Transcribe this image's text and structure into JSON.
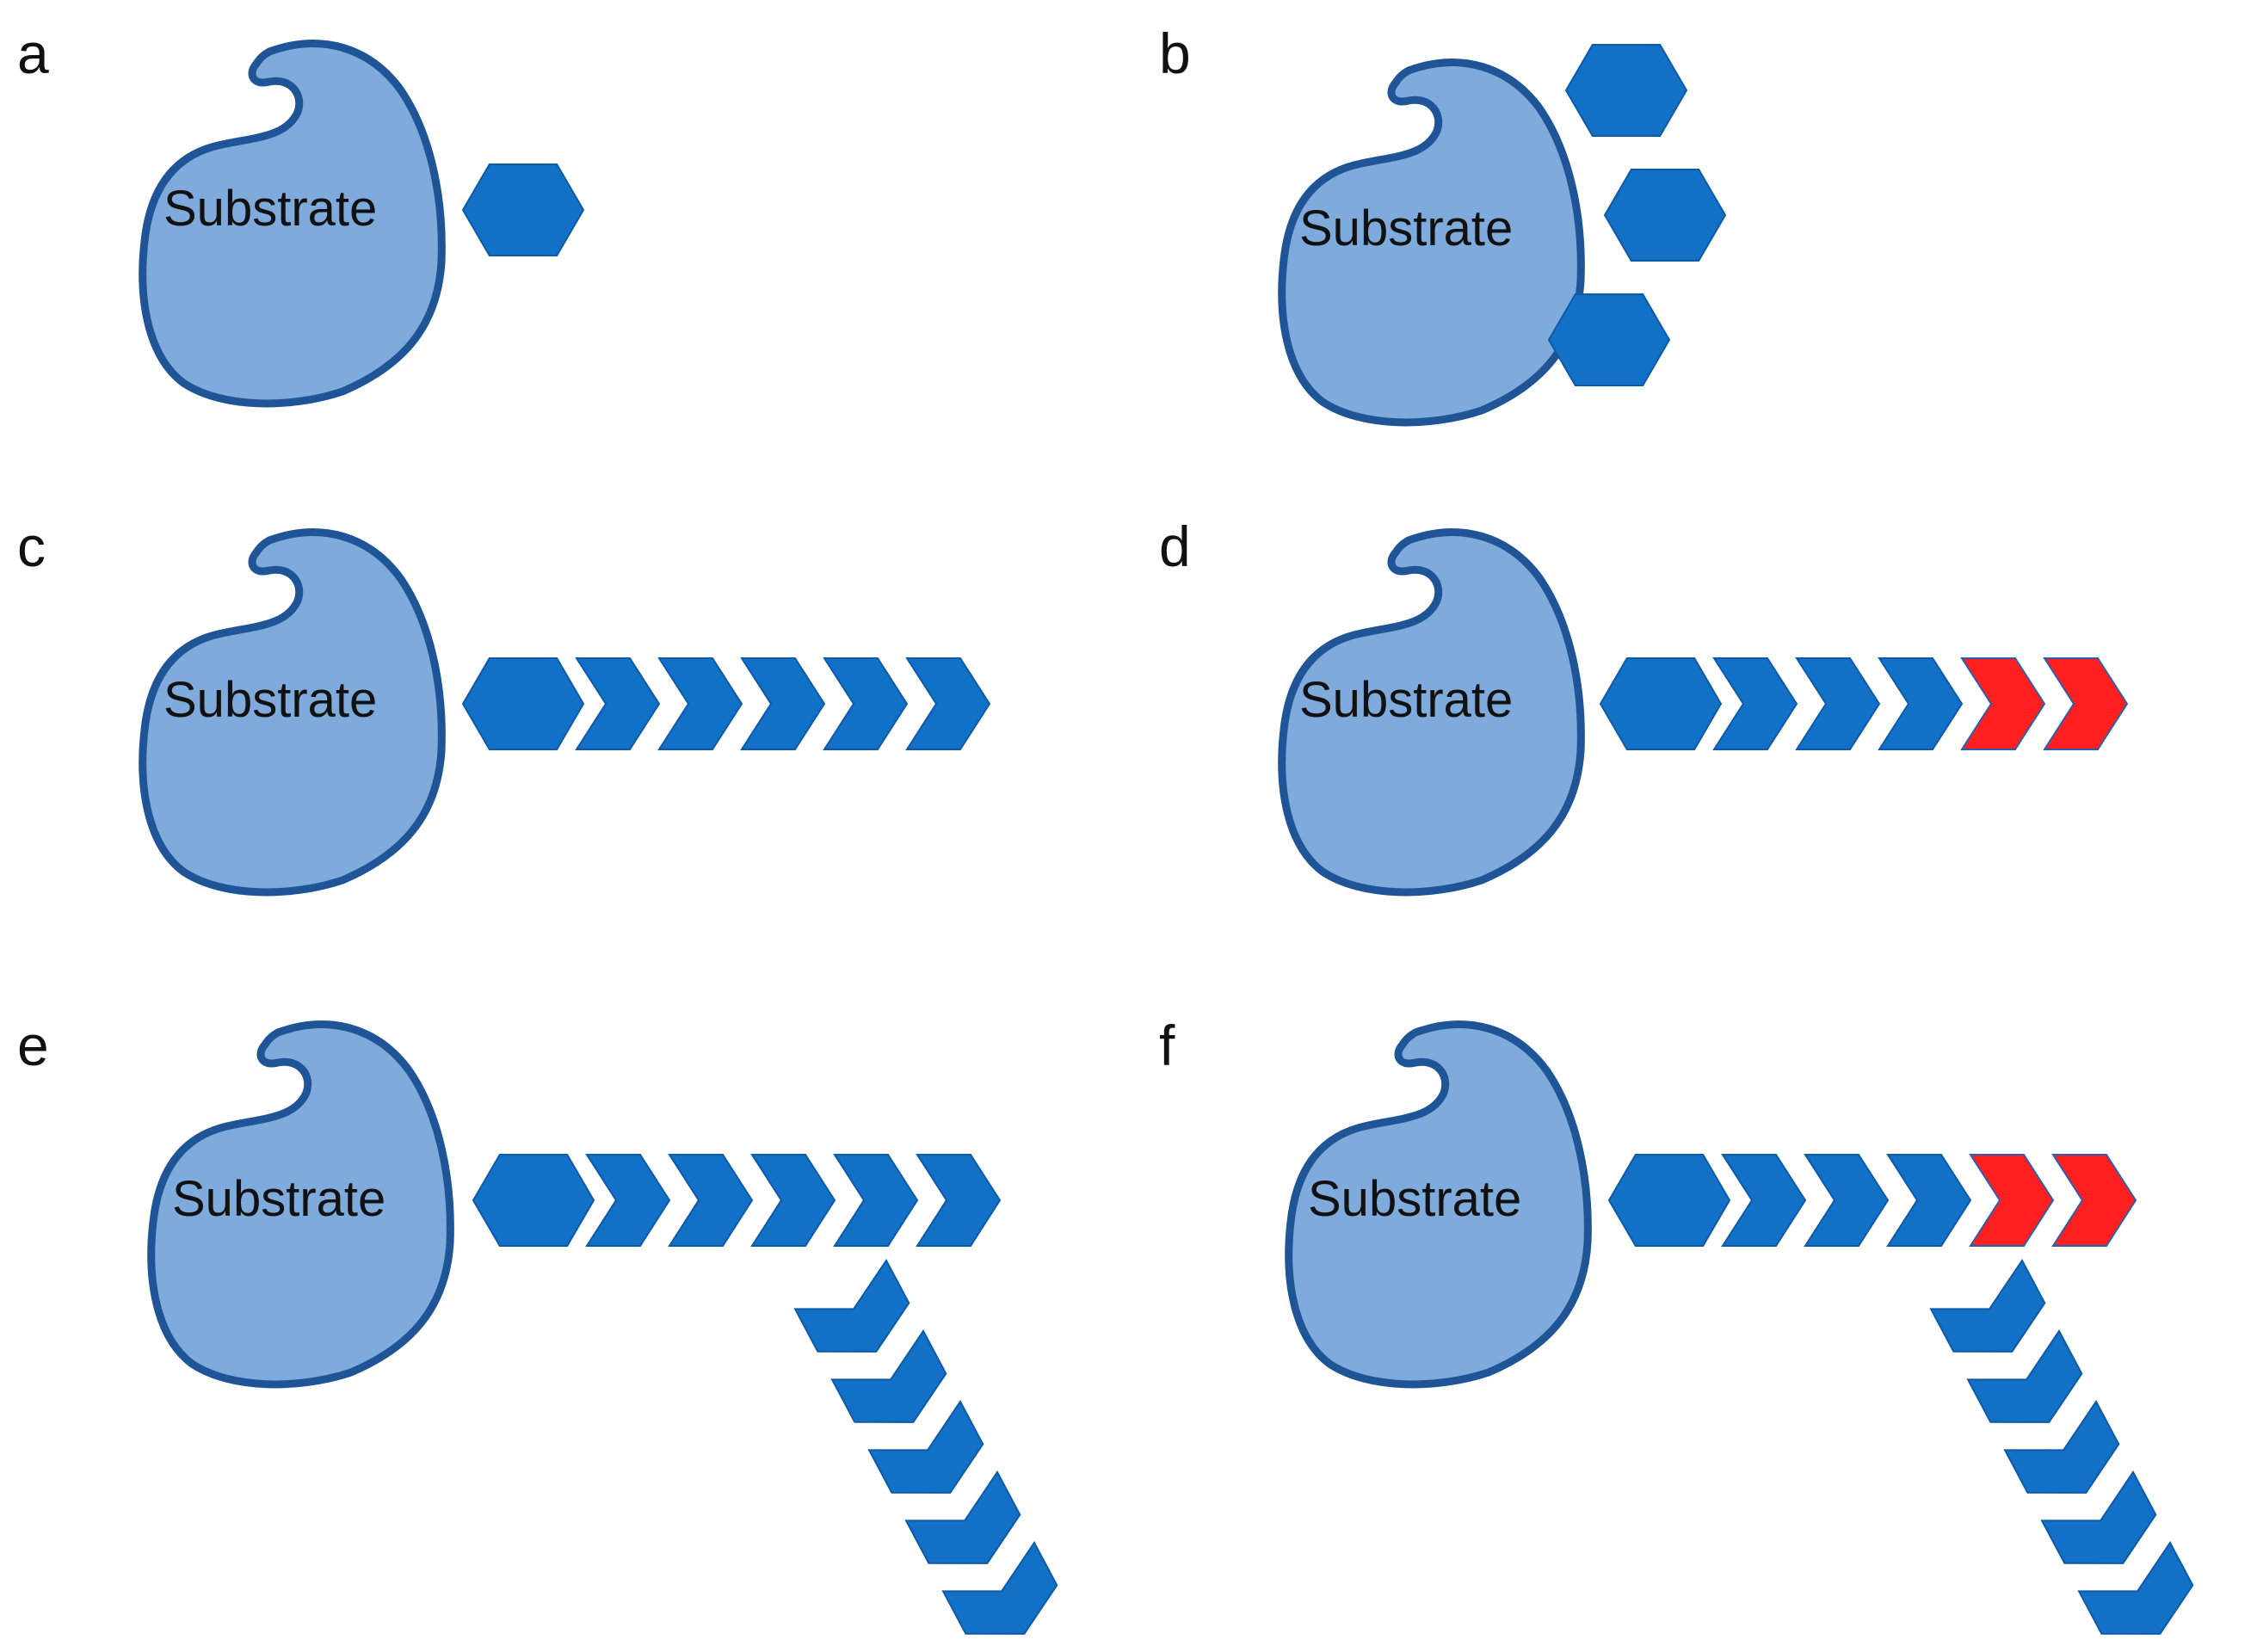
{
  "figure": {
    "colors": {
      "background": "#ffffff",
      "substrate_fill": "#7faadc",
      "substrate_stroke": "#1f5597",
      "monomer_blue": "#1270c7",
      "monomer_blue_stroke": "#0d5aa6",
      "monomer_red": "#ff1f1f",
      "monomer_red_stroke": "#2b5fae",
      "text": "#111111"
    },
    "shapes": {
      "substrate": "substrate-blob",
      "initial_unit": "hexagon",
      "chain_unit": "chevron"
    },
    "panels": [
      {
        "label": "a",
        "substrate_label": "Substrate",
        "arrangement": "single",
        "main_chain": [],
        "branch_chain": []
      },
      {
        "label": "b",
        "substrate_label": "Substrate",
        "arrangement": "multiple",
        "surface_hexagons": 3,
        "main_chain": [],
        "branch_chain": []
      },
      {
        "label": "c",
        "substrate_label": "Substrate",
        "arrangement": "linear",
        "main_chain": [
          "blue",
          "blue",
          "blue",
          "blue",
          "blue"
        ],
        "branch_chain": []
      },
      {
        "label": "d",
        "substrate_label": "Substrate",
        "arrangement": "linear",
        "main_chain": [
          "blue",
          "blue",
          "blue",
          "red",
          "red"
        ],
        "branch_chain": []
      },
      {
        "label": "e",
        "substrate_label": "Substrate",
        "arrangement": "branched",
        "main_chain": [
          "blue",
          "blue",
          "blue",
          "blue",
          "blue"
        ],
        "branch_chain": [
          "blue",
          "blue",
          "blue",
          "blue",
          "blue"
        ]
      },
      {
        "label": "f",
        "substrate_label": "Substrate",
        "arrangement": "branched",
        "main_chain": [
          "blue",
          "blue",
          "blue",
          "red",
          "red"
        ],
        "branch_chain": [
          "blue",
          "blue",
          "blue",
          "blue",
          "blue"
        ]
      }
    ]
  }
}
